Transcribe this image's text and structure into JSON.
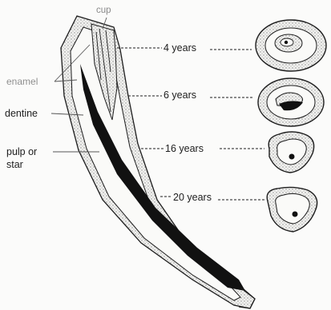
{
  "labels": {
    "cup": "cup",
    "enamel": "enamel",
    "dentine": "dentine",
    "pulp_line1": "pulp or",
    "pulp_line2": "star"
  },
  "sections": [
    {
      "age": "4 years"
    },
    {
      "age": "6 years"
    },
    {
      "age": "16 years"
    },
    {
      "age": "20 years"
    }
  ],
  "colors": {
    "ink": "#1d1d1d",
    "stipple": "#cfcfcf",
    "pulp": "#111111",
    "faded_label": "#8f8f8f"
  }
}
